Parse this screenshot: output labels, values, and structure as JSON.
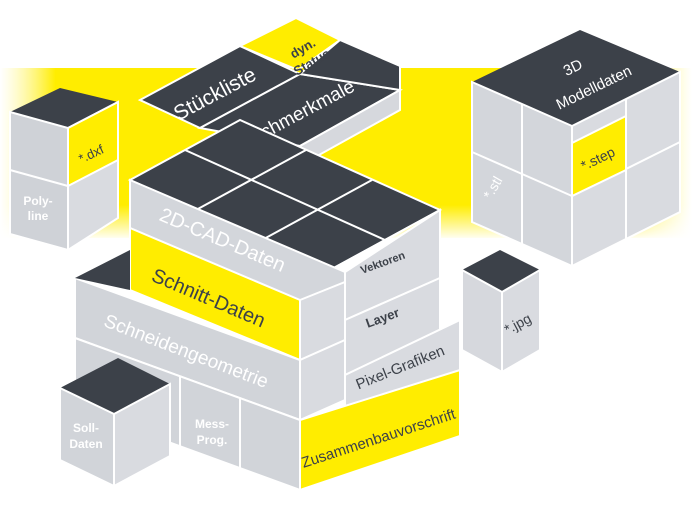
{
  "colors": {
    "yellow": "#ffed00",
    "dark": "#3c4149",
    "light_gray": "#d6d8dd",
    "mid_gray": "#b7bac0",
    "band": "#ffed00",
    "text_dark": "#3c4149",
    "text_light": "#ffffff"
  },
  "labels": {
    "stueckliste": "Stückliste",
    "dyn_status_1": "dyn.",
    "dyn_status_2": "Status",
    "sachmerkmale": "Sachmerkmale",
    "dxf": "*.dxf",
    "polyline_1": "Poly-",
    "polyline_2": "line",
    "model_3d_1": "3D",
    "model_3d_2": "Modelldaten",
    "step": "*.step",
    "stl": "*.stl",
    "cad_2d": "2D-CAD-Daten",
    "vektoren": "Vektoren",
    "schnitt": "Schnitt-Daten",
    "layer": "Layer",
    "schneidengeometrie": "Schneidengeometrie",
    "pixel": "Pixel-Grafiken",
    "jpg": "*.jpg",
    "soll_1": "Soll-",
    "soll_2": "Daten",
    "mess_1": "Mess-",
    "mess_2": "Prog.",
    "zusammenbau": "Zusammenbauvorschrift"
  }
}
